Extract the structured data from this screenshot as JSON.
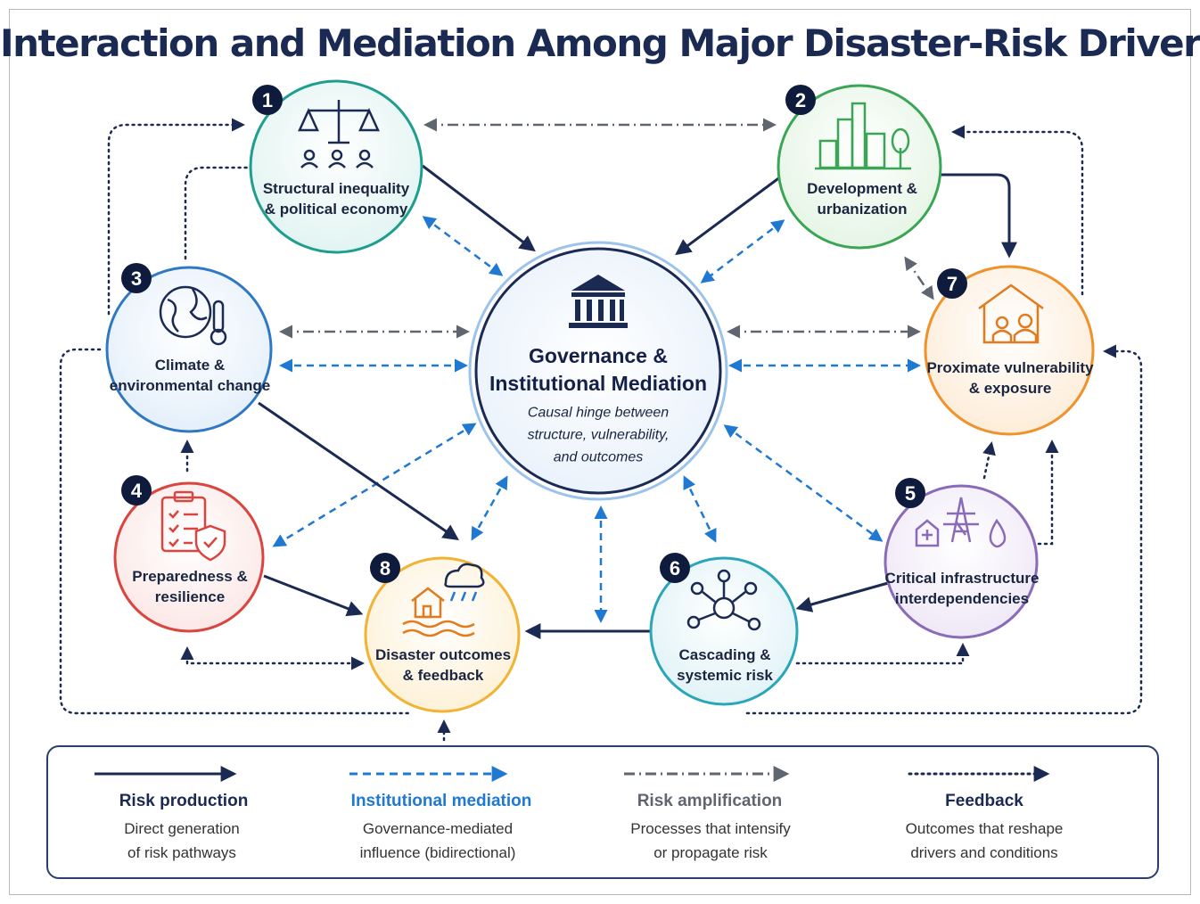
{
  "title": "Interaction and Mediation Among Major Disaster-Risk Drivers",
  "colors": {
    "navy": "#1b2a52",
    "blue": "#1f78d1",
    "gray": "#5f6670",
    "teal": "#1f9e8e",
    "green": "#3aa655",
    "blue_node": "#2f78c4",
    "red": "#d9453f",
    "orange": "#f0922b",
    "yellow": "#f2b233",
    "purple": "#8a6bb8",
    "aqua": "#2aa6b8"
  },
  "center": {
    "title_line1": "Governance &",
    "title_line2": "Institutional Mediation",
    "sub_line1": "Causal hinge between",
    "sub_line2": "structure, vulnerability,",
    "sub_line3": "and outcomes",
    "icon": "government-building-icon"
  },
  "nodes": [
    {
      "num": "1",
      "line1": "Structural inequality",
      "line2": "& political economy",
      "icon": "scales-and-people-icon"
    },
    {
      "num": "2",
      "line1": "Development &",
      "line2": "urbanization",
      "icon": "city-buildings-icon"
    },
    {
      "num": "3",
      "line1": "Climate &",
      "line2": "environmental change",
      "icon": "globe-thermometer-icon"
    },
    {
      "num": "4",
      "line1": "Preparedness &",
      "line2": "resilience",
      "icon": "checklist-shield-icon"
    },
    {
      "num": "5",
      "line1": "Critical infrastructure",
      "line2": "interdependencies",
      "icon": "power-tower-icon"
    },
    {
      "num": "6",
      "line1": "Cascading &",
      "line2": "systemic risk",
      "icon": "network-hub-icon"
    },
    {
      "num": "7",
      "line1": "Proximate vulnerability",
      "line2": "& exposure",
      "icon": "house-family-icon"
    },
    {
      "num": "8",
      "line1": "Disaster outcomes",
      "line2": "& feedback",
      "icon": "flood-house-icon"
    }
  ],
  "legend": [
    {
      "title": "Risk production",
      "desc1": "Direct generation",
      "desc2": "of risk pathways",
      "style": "solid"
    },
    {
      "title": "Institutional mediation",
      "desc1": "Governance-mediated",
      "desc2": "influence (bidirectional)",
      "style": "dashed"
    },
    {
      "title": "Risk amplification",
      "desc1": "Processes that intensify",
      "desc2": "or propagate risk",
      "style": "dash-dot"
    },
    {
      "title": "Feedback",
      "desc1": "Outcomes that reshape",
      "desc2": "drivers and conditions",
      "style": "dotted"
    }
  ]
}
